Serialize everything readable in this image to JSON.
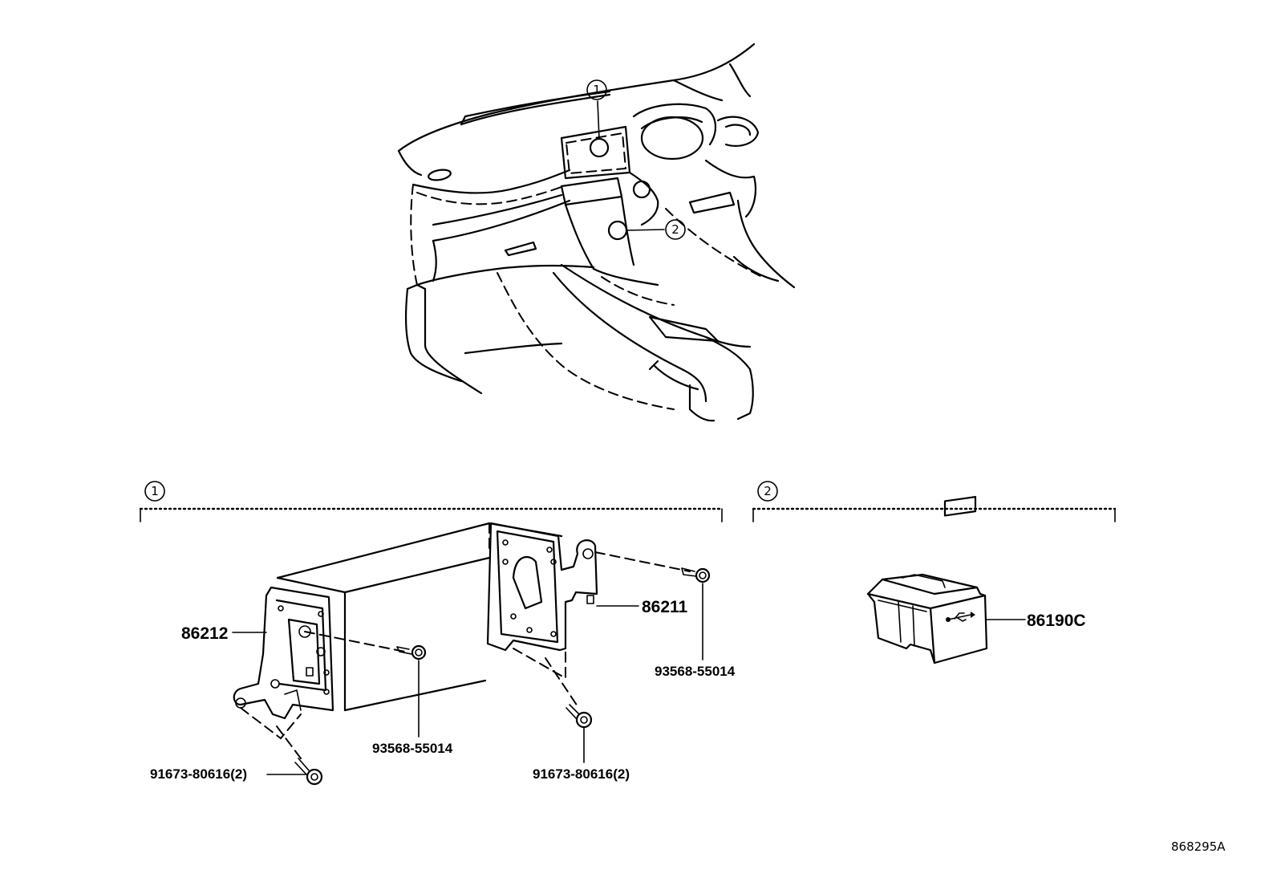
{
  "callouts": {
    "one": "1",
    "two": "2"
  },
  "parts": {
    "p86212": "86212",
    "p86211": "86211",
    "p86190c": "86190C",
    "screw_left": "93568-55014",
    "screw_right": "93568-55014",
    "bolt_left": "91673-80616(2)",
    "bolt_right": "91673-80616(2)"
  },
  "diagram_id": "868295A",
  "icons": {
    "usb": "usb-icon"
  }
}
